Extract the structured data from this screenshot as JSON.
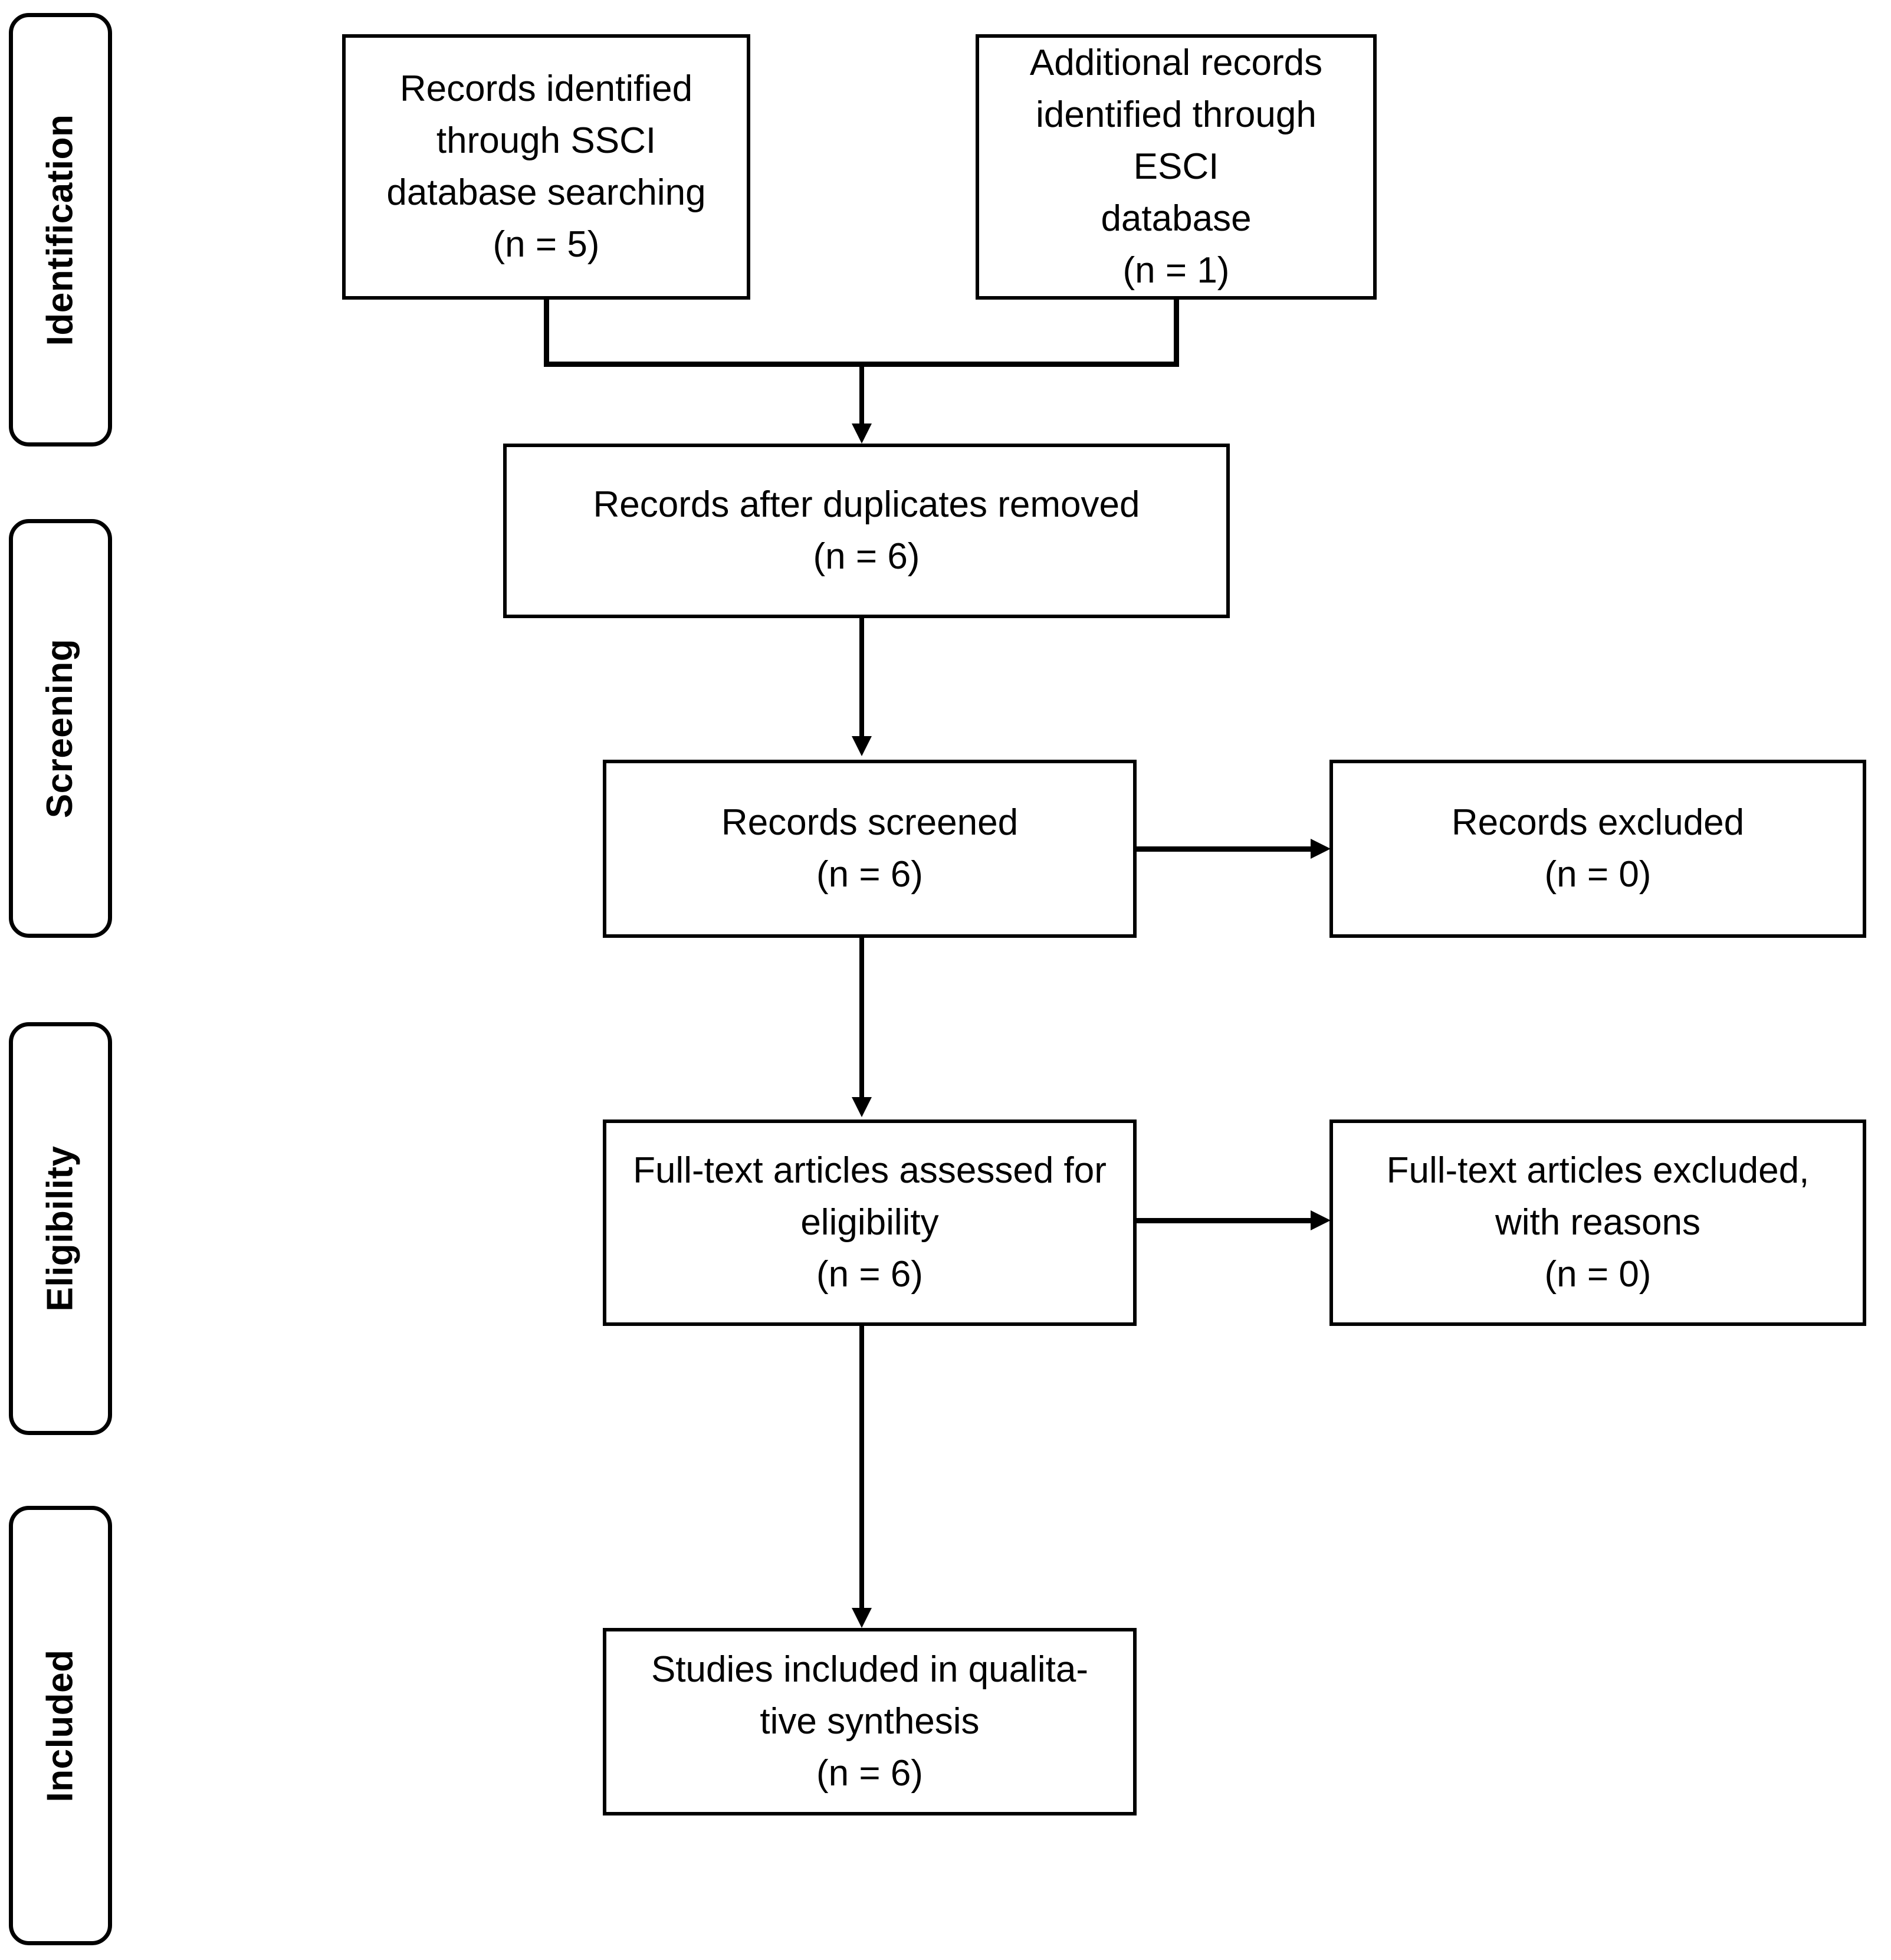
{
  "diagram": {
    "type": "prisma-flow-diagram",
    "stages": [
      {
        "id": "identification",
        "label": "Identification"
      },
      {
        "id": "screening",
        "label": "Screening"
      },
      {
        "id": "eligibility",
        "label": "Eligibility"
      },
      {
        "id": "included",
        "label": "Included"
      }
    ],
    "boxes": [
      {
        "id": "records-identified-ssci",
        "text": "Records identified\nthrough SSCI\ndatabase searching\n(n = 5)",
        "count_label": "(n = 5)",
        "count": 5
      },
      {
        "id": "additional-records-esci",
        "text": "Additional records\nidentified through ESCI\ndatabase\n(n = 1)",
        "count_label": "(n = 1)",
        "count": 1
      },
      {
        "id": "records-after-duplicates-removed",
        "text": "Records after duplicates removed\n(n = 6)",
        "count_label": "(n = 6)",
        "count": 6
      },
      {
        "id": "records-screened",
        "text": "Records screened\n(n = 6)",
        "count_label": "(n = 6)",
        "count": 6
      },
      {
        "id": "records-excluded",
        "text": "Records excluded\n(n = 0)",
        "count_label": "(n = 0)",
        "count": 0
      },
      {
        "id": "full-text-assessed",
        "text": "Full-text articles assessed for\neligibility\n(n = 6)",
        "count_label": "(n = 6)",
        "count": 6
      },
      {
        "id": "full-text-excluded",
        "text": "Full-text articles excluded,\nwith reasons\n(n = 0)",
        "count_label": "(n = 0)",
        "count": 0
      },
      {
        "id": "studies-included-qualitative",
        "text": "Studies included in qualita-\ntive synthesis\n(n = 6)",
        "count_label": "(n = 6)",
        "count": 6
      }
    ],
    "colors": {
      "stroke": "#000000",
      "background": "#ffffff",
      "text": "#000000"
    }
  }
}
